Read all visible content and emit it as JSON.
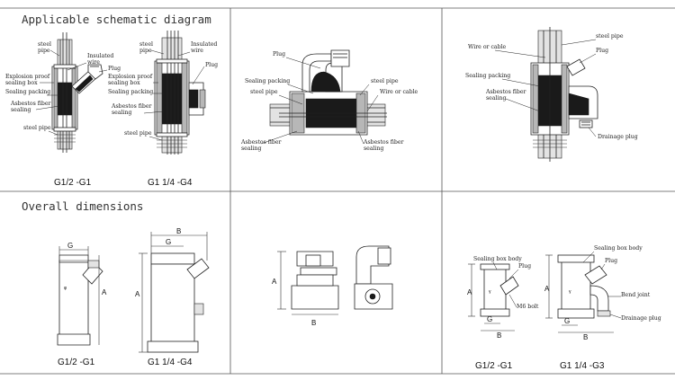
{
  "sections": {
    "schematic_heading": "Applicable schematic diagram",
    "dimensions_heading": "Overall dimensions"
  },
  "schematic": {
    "panel1": {
      "labels": {
        "steel_pipe_top": "steel",
        "steel_pipe_top2": "pipe",
        "insulated_wire": "Insulated",
        "insulated_wire2": "wire",
        "plug": "Plug",
        "explosion_proof": "Explosion proof",
        "sealing_box": "sealing box",
        "sealing_packing": "Sealing packing",
        "asbestos": "Asbestos fiber",
        "asbestos2": "sealing",
        "steel_pipe_bottom": "steel pipe"
      },
      "right_labels": {
        "steel": "steel",
        "pipe": "pipe",
        "insulated": "Insulated",
        "wire": "wire",
        "plug": "Plug",
        "explosion": "Explosion proof",
        "sealing_box": "sealing box",
        "sealing_packing": "Sealing packing",
        "asbestos": "Asbestos fiber",
        "asbestos2": "sealing",
        "steel_pipe_bottom": "steel pipe"
      },
      "caption_left": "G1/2 -G1",
      "caption_right": "G1 1/4 -G4"
    },
    "panel2": {
      "plug": "Plug",
      "sealing_packing": "Sealing packing",
      "steel_pipe_left": "steel pipe",
      "steel_pipe_right": "steel pipe",
      "wire_or_cable": "Wire or cable",
      "asbestos_left": "Asbestos fiber",
      "asbestos_left2": "sealing",
      "asbestos_right": "Asbestos fiber",
      "asbestos_right2": "sealing"
    },
    "panel3": {
      "wire_or_cable": "Wire or cable",
      "steel_pipe": "steel pipe",
      "plug": "Plug",
      "sealing_packing": "Sealing packing",
      "asbestos": "Asbestos fiber",
      "asbestos2": "sealing",
      "drainage_plug": "Drainage plug"
    }
  },
  "dimensions": {
    "panel1": {
      "dim_g": "G",
      "dim_a": "A",
      "dim_b": "B",
      "dim_g2": "G",
      "dim_a2": "A",
      "caption_left": "G1/2 -G1",
      "caption_right": "G1 1/4 -G4"
    },
    "panel2": {
      "dim_a": "A",
      "dim_b": "B"
    },
    "panel3": {
      "sealing_box_body_left": "Sealing box body",
      "plug_left": "Plug",
      "m6_bolt": "M6 bolt",
      "dim_a_left": "A",
      "dim_g_left": "G",
      "dim_b_left": "B",
      "sealing_box_body_right": "Sealing box body",
      "plug_right": "Plug",
      "bend_joint": "Bend joint",
      "drainage_plug": "Drainage plug",
      "dim_a_right": "A",
      "dim_g_right": "G",
      "dim_b_right": "B",
      "caption_left": "G1/2 -G1",
      "caption_right": "G1 1/4 -G3"
    }
  }
}
